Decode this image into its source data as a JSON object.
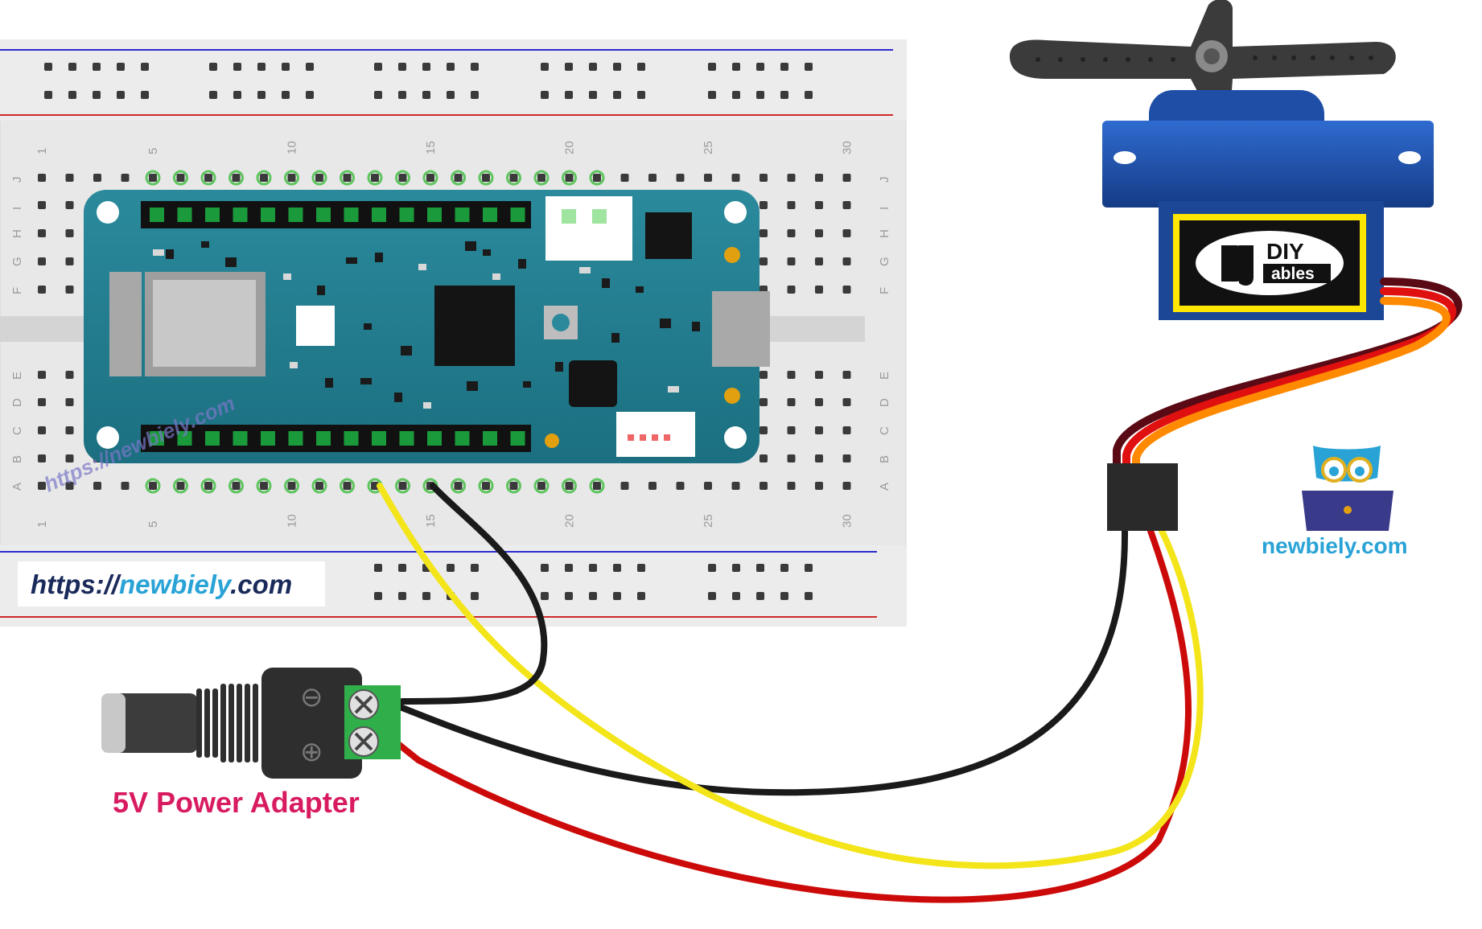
{
  "breadboard": {
    "row_letters_top": [
      "J",
      "I",
      "H",
      "G",
      "F"
    ],
    "row_letters_bottom": [
      "E",
      "D",
      "C",
      "B",
      "A"
    ],
    "column_numbers": [
      "1",
      "5",
      "10",
      "15",
      "20",
      "25",
      "30"
    ],
    "website_label_prefix": "https://",
    "website_label_brand": "newbiely",
    "website_label_suffix": ".com",
    "board_watermark": "https://newbiely.com"
  },
  "servo": {
    "brand_top": "DIY",
    "brand_bottom": "ables"
  },
  "power_adapter": {
    "label": "5V Power Adapter",
    "terminal_minus": "⊖",
    "terminal_plus": "⊕"
  },
  "logo": {
    "text": "newbiely.com"
  },
  "colors": {
    "board": "#1f7a8c",
    "servo_body": "#1f4fa8",
    "wire_yellow": "#f3e51a",
    "wire_black": "#1a1a1a",
    "wire_red": "#cc0a0a",
    "wire_orange": "#ff8a00",
    "wire_brown": "#5a0a14",
    "label_pink": "#d81b60",
    "logo_blue": "#29a3d6"
  }
}
